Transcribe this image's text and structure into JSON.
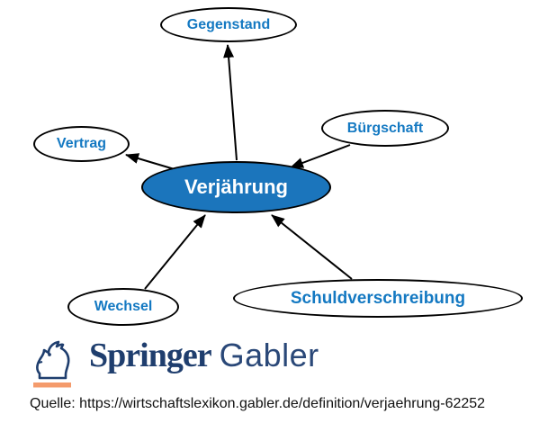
{
  "diagram": {
    "center": {
      "label": "Verjährung"
    },
    "nodes": {
      "gegenstand": {
        "label": "Gegenstand"
      },
      "vertrag": {
        "label": "Vertrag"
      },
      "buergschaft": {
        "label": "Bürgschaft"
      },
      "wechsel": {
        "label": "Wechsel"
      },
      "schuldverschreibung": {
        "label": "Schuldverschreibung"
      }
    },
    "edges": [
      {
        "from": "Verjährung",
        "to": "Gegenstand"
      },
      {
        "from": "Verjährung",
        "to": "Vertrag"
      },
      {
        "from": "Bürgschaft",
        "to": "Verjährung"
      },
      {
        "from": "Wechsel",
        "to": "Verjährung"
      },
      {
        "from": "Schuldverschreibung",
        "to": "Verjährung"
      }
    ],
    "colors": {
      "center_fill": "#1B75BC",
      "center_text": "#FFFFFF",
      "node_fill": "#FFFFFF",
      "node_text": "#1479C2",
      "outline": "#000000"
    }
  },
  "logo": {
    "publisher": "Springer",
    "imprint": "Gabler",
    "icon": "springer-horse-icon",
    "colors": {
      "navy": "#1F3E6E",
      "orange": "#F49B6C"
    }
  },
  "source_line": "Quelle: https://wirtschaftslexikon.gabler.de/definition/verjaehrung-62252"
}
